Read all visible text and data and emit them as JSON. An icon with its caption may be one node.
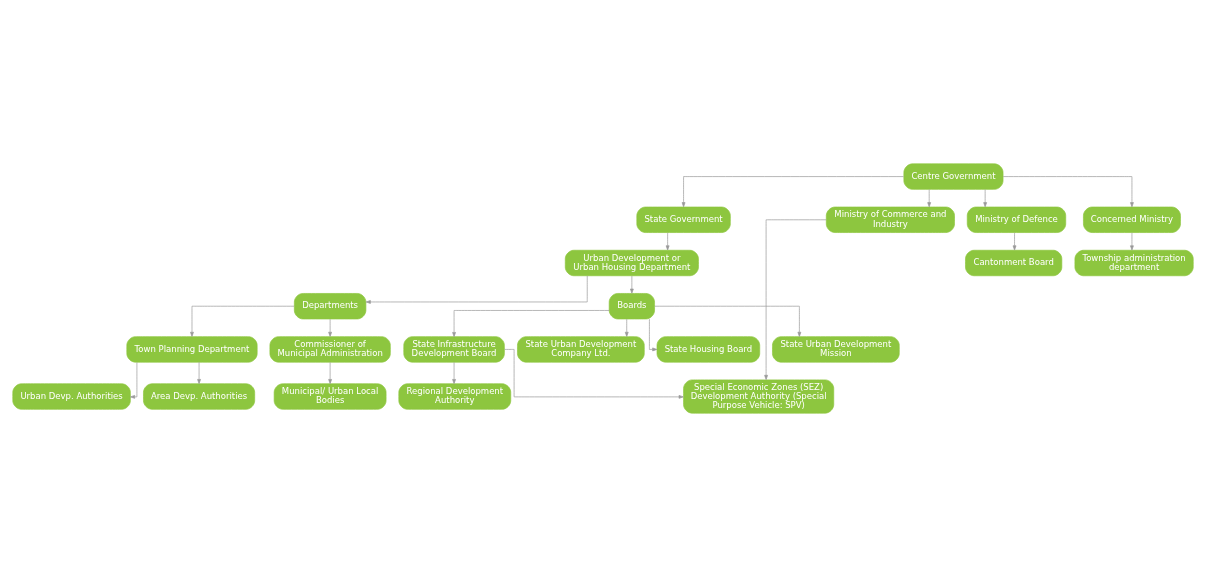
{
  "diagram": {
    "nodes": [
      {
        "text": [
          "Centre Government"
        ]
      },
      {
        "text": [
          "State Government"
        ]
      },
      {
        "text": [
          "Ministry of Commerce and Industry"
        ]
      },
      {
        "text": [
          "Ministry of Defence"
        ]
      },
      {
        "text": [
          "Concerned Ministry"
        ]
      },
      {
        "text": [
          "Urban Development or Urban Housing Department"
        ]
      },
      {
        "text": [
          "Cantonment Board"
        ]
      },
      {
        "text": [
          "Township administration department"
        ]
      },
      {
        "text": [
          "Departments"
        ]
      },
      {
        "text": [
          "Boards"
        ]
      },
      {
        "text": [
          "Town Planning Department"
        ]
      },
      {
        "text": [
          "Commissioner of Municipal Administration"
        ]
      },
      {
        "text": [
          "State Infrastructure Development Board"
        ]
      },
      {
        "text": [
          "Special Economic Zones (SEZ) Development Authority (Special Purpose Vehicle: SPV)"
        ]
      },
      {
        "text": [
          "Urban Devp. Authorities"
        ]
      },
      {
        "text": [
          "State Urban Development Company Ltd."
        ]
      },
      {
        "text": [
          "Regional Development Authority"
        ]
      },
      {
        "text": [
          "State Housing Board"
        ]
      },
      {
        "text": [
          "Municipal/ Urban Local Bodies"
        ]
      },
      {
        "text": [
          "Area Devp. Authorities"
        ]
      },
      {
        "text": [
          "State Urban Development Mission"
        ]
      }
    ],
    "edges": [
      {
        "from": 0,
        "to": 1,
        "arrow": "to"
      },
      {
        "from": 0,
        "to": 2,
        "arrow": "to"
      },
      {
        "from": 0,
        "to": 3,
        "arrow": "to"
      },
      {
        "from": 0,
        "to": 4,
        "arrow": "to"
      },
      {
        "from": 1,
        "to": 5,
        "arrow": "to"
      },
      {
        "from": 3,
        "to": 6,
        "arrow": "to"
      },
      {
        "from": 4,
        "to": 7,
        "arrow": "to"
      },
      {
        "from": 5,
        "to": 8,
        "arrow": "to"
      },
      {
        "from": 5,
        "to": 9,
        "arrow": "to"
      },
      {
        "from": 2,
        "to": 13,
        "arrow": "to"
      },
      {
        "from": 8,
        "to": 10,
        "arrow": "to"
      },
      {
        "from": 8,
        "to": 11,
        "arrow": "to"
      },
      {
        "from": 9,
        "to": 12,
        "arrow": "to"
      },
      {
        "from": 9,
        "to": 15,
        "arrow": "to"
      },
      {
        "from": 9,
        "to": 17,
        "arrow": "to"
      },
      {
        "from": 9,
        "to": 20,
        "arrow": "to"
      },
      {
        "from": 12,
        "to": 13,
        "arrow": "to"
      },
      {
        "from": 12,
        "to": 16,
        "arrow": "to"
      },
      {
        "from": 10,
        "to": 14,
        "arrow": "to"
      },
      {
        "from": 10,
        "to": 19,
        "arrow": "to"
      },
      {
        "from": 11,
        "to": 18,
        "arrow": "to"
      }
    ]
  }
}
